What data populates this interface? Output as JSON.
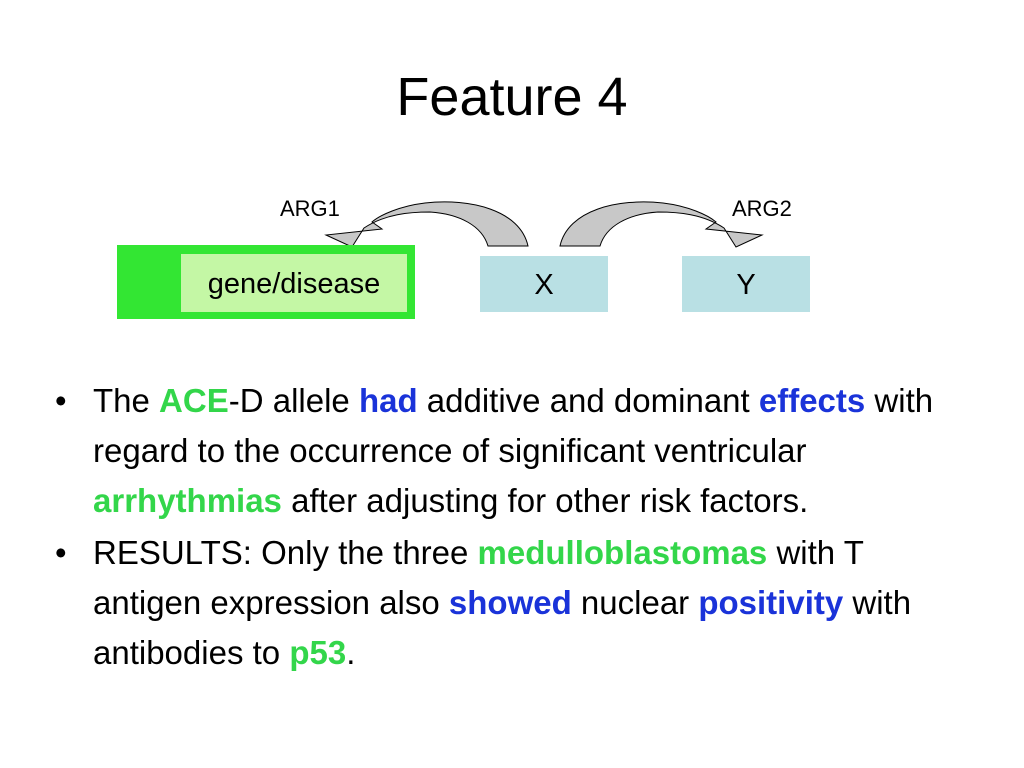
{
  "slide": {
    "title": "Feature 4"
  },
  "diagram": {
    "arg1_label": "ARG1",
    "arg2_label": "ARG2",
    "gene_box_label": "gene/disease",
    "x_box_label": "X",
    "y_box_label": "Y",
    "colors": {
      "gene_outer": "#33e633",
      "gene_inner": "#c4f7a5",
      "xy_box": "#b9e0e4",
      "arrow_fill": "#c8c8c8"
    }
  },
  "bullets": [
    {
      "marker": "•",
      "t1": "The ",
      "k1": "ACE",
      "t2": "-D allele ",
      "k2": "had",
      "t3": " additive and dominant ",
      "k3": "effects",
      "t4": " with regard to the occurrence of significant ventricular ",
      "k4": "arrhythmias",
      "t5": " after adjusting for other risk factors."
    },
    {
      "marker": "•",
      "t1": "RESULTS: Only the three ",
      "k1": "medulloblastomas",
      "t2": " with T antigen expression also ",
      "k2": "showed",
      "t3": " nuclear ",
      "k3": "positivity",
      "t4": " with antibodies to ",
      "k4": "p53",
      "t5": "."
    }
  ],
  "highlight_colors": {
    "entity_green": "#33d64a",
    "keyword_blue": "#1a33d9"
  }
}
